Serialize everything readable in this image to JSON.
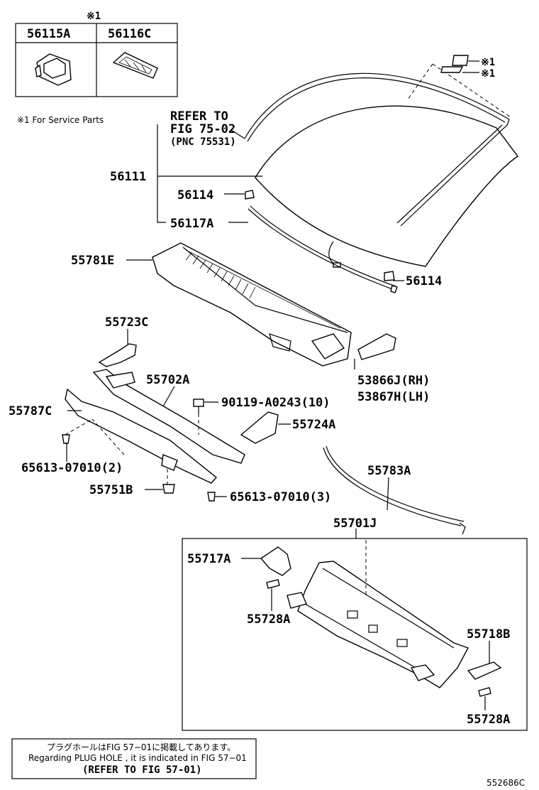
{
  "service_box": {
    "marker": "※1",
    "col1": "56115A",
    "col2": "56116C",
    "note": "※1 For Service Parts"
  },
  "refer_block": {
    "line1": "REFER TO",
    "line2": "FIG 75-02",
    "line3": "(PNC 75531)"
  },
  "callouts": {
    "p56111": "56111",
    "p56114a": "56114",
    "p56117A": "56117A",
    "p56114b": "56114",
    "p55781E": "55781E",
    "p55723C": "55723C",
    "p55702A": "55702A",
    "p90119": "90119-A0243(10)",
    "p55787C": "55787C",
    "p55724A": "55724A",
    "p65613a": "65613-07010(2)",
    "p55751B": "55751B",
    "p65613b": "65613-07010(3)",
    "p53866J": "53866J(RH)",
    "p53867H": "53867H(LH)",
    "p55783A": "55783A",
    "p55701J": "55701J",
    "p55717A": "55717A",
    "p55728Aa": "55728A",
    "p55718B": "55718B",
    "p55728Ab": "55728A",
    "mark1a": "※1",
    "mark1b": "※1"
  },
  "footer_note": {
    "jp": "プラグホールはFIG 57−01に掲載してあります。",
    "en": "Regarding PLUG HOLE , it is indicated in FIG 57−01",
    "ref": "(REFER TO FIG 57-01)"
  },
  "figure_id": "552686C"
}
